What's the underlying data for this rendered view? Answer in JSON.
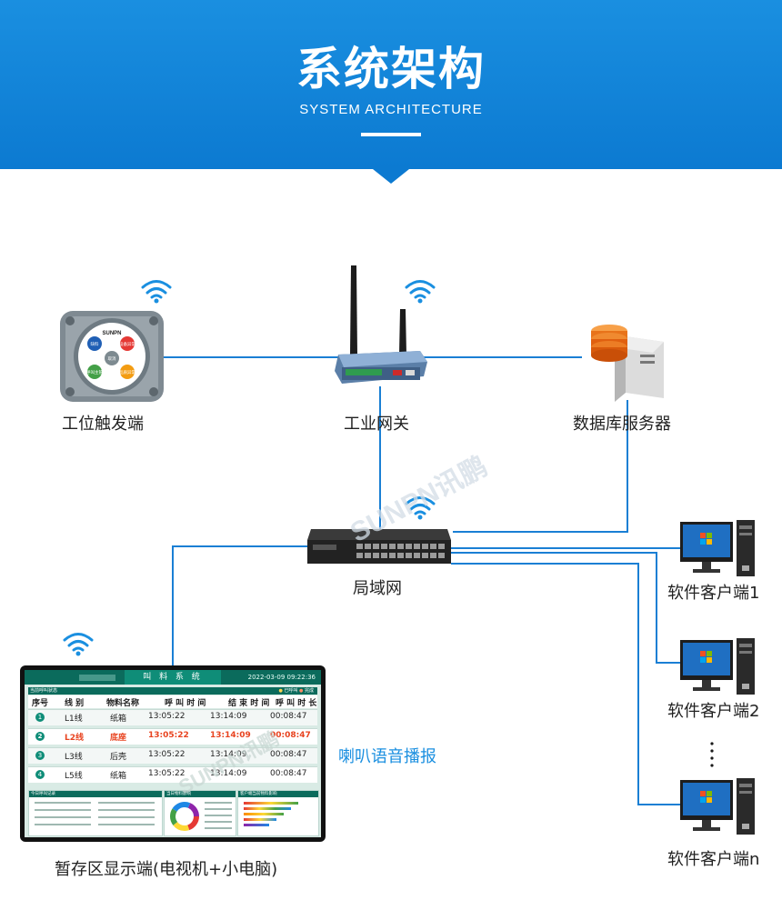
{
  "header": {
    "title": "系统架构",
    "subtitle": "SYSTEM ARCHITECTURE"
  },
  "nodes": {
    "trigger": "工位触发端",
    "gateway": "工业网关",
    "database": "数据库服务器",
    "lan": "局域网",
    "client1": "软件客户端1",
    "client2": "软件客户端2",
    "clientn": "软件客户端n",
    "display": "暂存区显示端(电视机+小电脑)",
    "voice": "喇叭语音播报"
  },
  "device": {
    "brand": "SUNPN",
    "buttons": [
      "缺料",
      "设备异常",
      "取消",
      "呼叫主管",
      "品质异常"
    ]
  },
  "watermark": "SUNPN讯鹏",
  "screen": {
    "title": "叫 料 系 统",
    "datetime": "2022-03-09  09:22:36",
    "panel_title": "当前呼叫状态",
    "legend": [
      "已呼叫",
      "完成"
    ],
    "columns": [
      "序号",
      "线 别",
      "物料名称",
      "呼 叫 时 间",
      "结 束 时 间",
      "呼 叫 时 长"
    ],
    "rows": [
      {
        "no": "1",
        "line": "L1线",
        "material": "纸箱",
        "call": "13:05:22",
        "end": "13:14:09",
        "dur": "00:08:47"
      },
      {
        "no": "2",
        "line": "L2线",
        "material": "底座",
        "call": "13:05:22",
        "end": "13:14:09",
        "dur": "00:08:47"
      },
      {
        "no": "3",
        "line": "L3线",
        "material": "后壳",
        "call": "13:05:22",
        "end": "13:14:09",
        "dur": "00:08:47"
      },
      {
        "no": "4",
        "line": "L5线",
        "material": "纸箱",
        "call": "13:05:22",
        "end": "13:14:09",
        "dur": "00:08:47"
      }
    ],
    "highlight_row": 1,
    "bottom_panels": [
      "今日呼叫记录",
      "当日物料影响",
      "客户端当前物料影响"
    ]
  },
  "colors": {
    "header_blue": "#1a8fe0",
    "line_blue": "#1a7fd4",
    "screen_green": "#0b6b5c",
    "alert_red": "#e8431f"
  }
}
